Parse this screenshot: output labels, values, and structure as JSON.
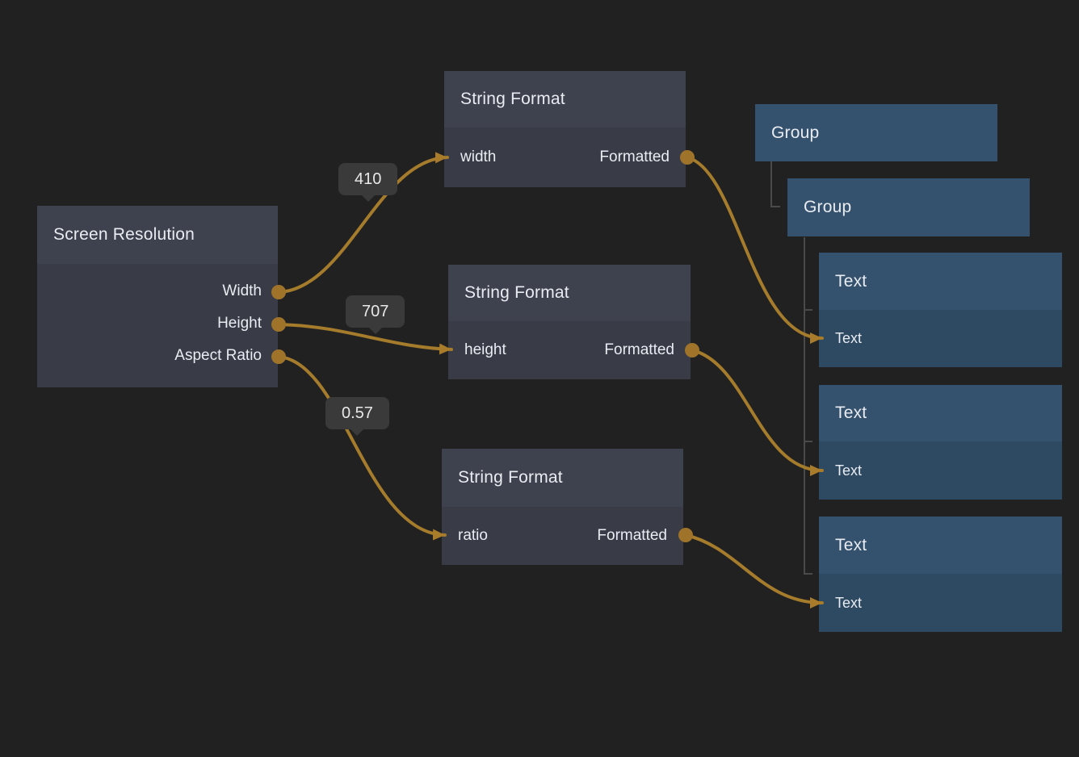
{
  "theme": {
    "background": "#212121",
    "wire_color": "#a57b2c",
    "port_color": "#9f742a",
    "dark_node_header": "#3e414e",
    "dark_node_body": "#393c47",
    "blue_node_header": "#34516d",
    "blue_node_body": "#2e4962",
    "badge_background": "#3a3a3a",
    "tree_connector": "#4a4a4a"
  },
  "nodes": {
    "screen_resolution": {
      "title": "Screen Resolution",
      "outputs": [
        {
          "label": "Width"
        },
        {
          "label": "Height"
        },
        {
          "label": "Aspect Ratio"
        }
      ]
    },
    "string_format_width": {
      "title": "String Format",
      "input": "width",
      "output": "Formatted"
    },
    "string_format_height": {
      "title": "String Format",
      "input": "height",
      "output": "Formatted"
    },
    "string_format_ratio": {
      "title": "String Format",
      "input": "ratio",
      "output": "Formatted"
    },
    "group_outer": {
      "title": "Group"
    },
    "group_inner": {
      "title": "Group"
    },
    "text_width": {
      "title": "Text",
      "input": "Text"
    },
    "text_height": {
      "title": "Text",
      "input": "Text"
    },
    "text_ratio": {
      "title": "Text",
      "input": "Text"
    }
  },
  "wire_values": {
    "width": "410",
    "height": "707",
    "aspect_ratio": "0.57"
  }
}
